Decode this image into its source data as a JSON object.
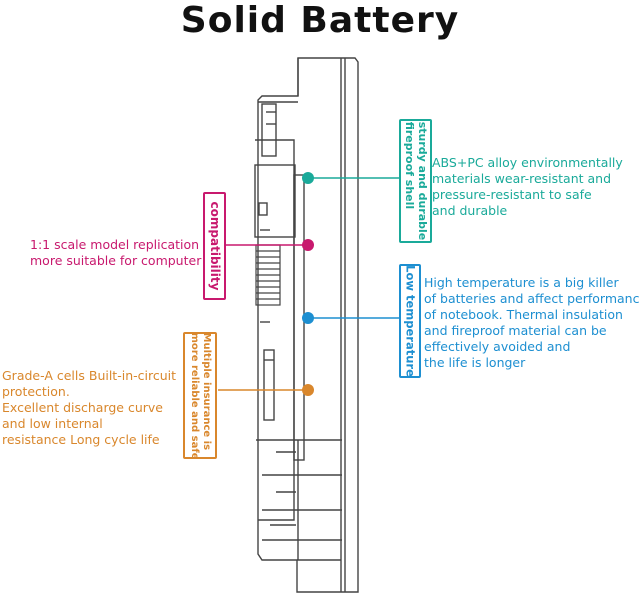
{
  "title": "Solid Battery",
  "colors": {
    "teal": "#1aaa9a",
    "magenta": "#c8196e",
    "blue": "#1d8fd1",
    "orange": "#d9872c",
    "outline": "#444444"
  },
  "features": [
    {
      "label": "sturdy and durable\nfireproof shell",
      "description": "ABS+PC alloy environmentally\nmaterials wear-resistant and\npressure-resistant to safe\nand durable"
    },
    {
      "label": "compatibility",
      "description": "1:1 scale model replication\nmore suitable for computer"
    },
    {
      "label": "Low temperature",
      "description": "High temperature is a big killer\nof batteries and affect performance\nof notebook. Thermal insulation\nand fireproof material can be\neffectively avoided and\nthe life is longer"
    },
    {
      "label": "Multiple insurance is\nmore reliable and safe",
      "description": "Grade-A cells Built-in-circuit\nprotection.\nExcellent discharge curve\nand low internal\nresistance Long cycle life"
    }
  ]
}
